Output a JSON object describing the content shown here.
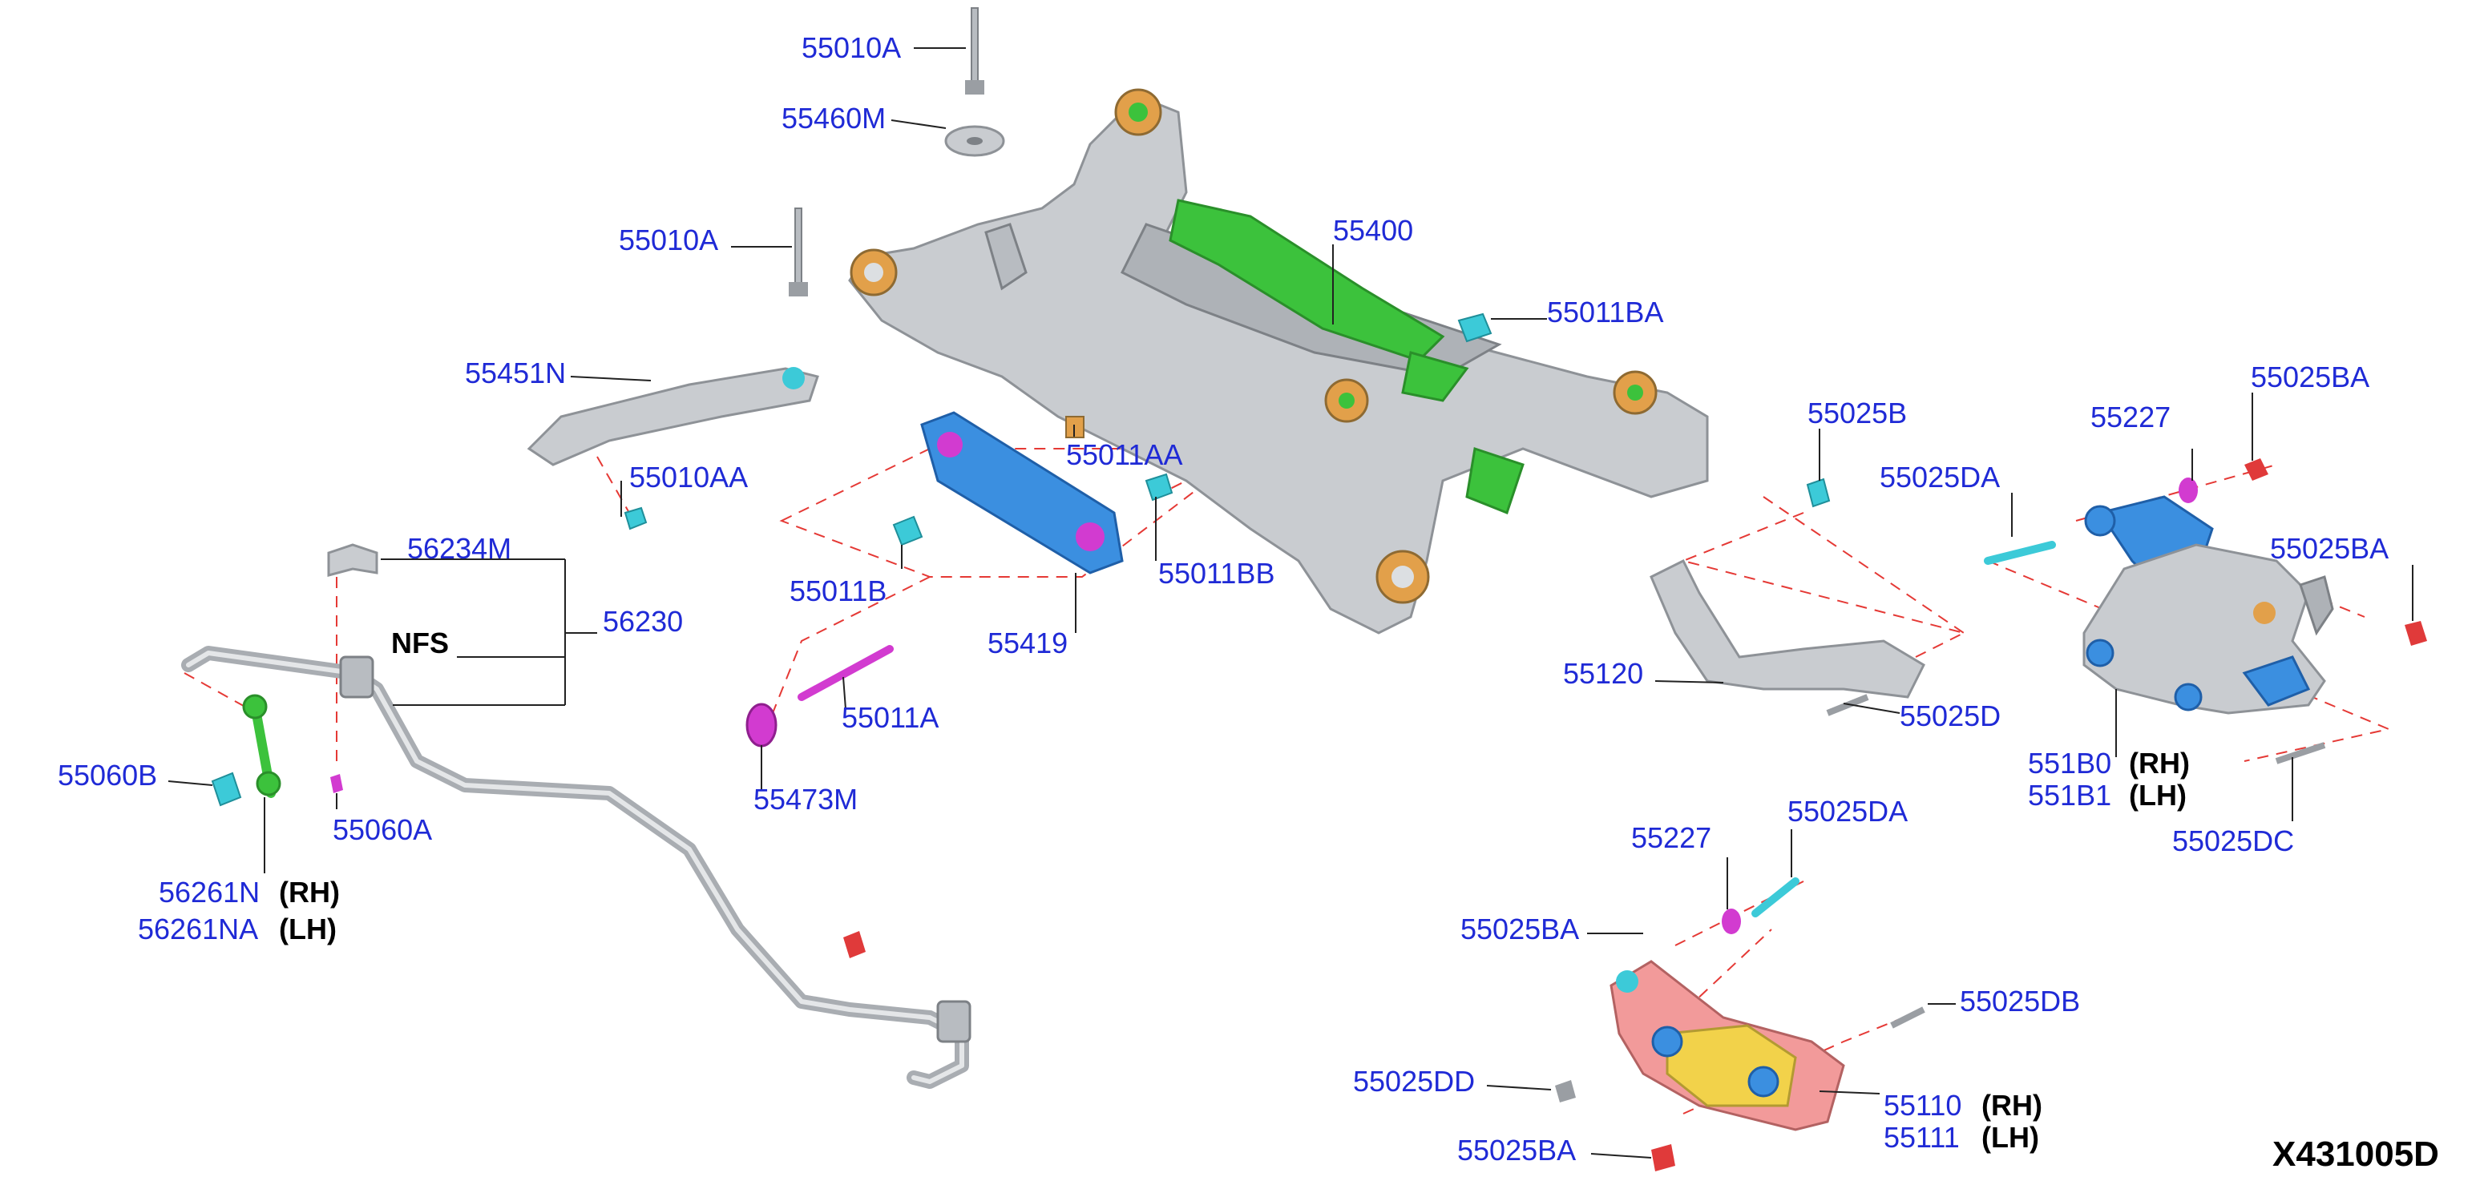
{
  "drawing_code": "X431005D",
  "labels": {
    "p55010A_top": "55010A",
    "p55460M": "55460M",
    "p55010A_mid": "55010A",
    "p55400": "55400",
    "p55011BA": "55011BA",
    "p55451N": "55451N",
    "p55010AA": "55010AA",
    "p55011AA": "55011AA",
    "p55011B": "55011B",
    "p55011BB": "55011BB",
    "p55419": "55419",
    "p55011A": "55011A",
    "p55473M": "55473M",
    "p56234M": "56234M",
    "p56230": "56230",
    "nfs": "NFS",
    "p55060B": "55060B",
    "p55060A": "55060A",
    "p56261N": "56261N",
    "p56261NA": "56261NA",
    "p55025B": "55025B",
    "p55120": "55120",
    "p55025D": "55025D",
    "p55227_right": "55227",
    "p55025BA_topright": "55025BA",
    "p55025DA_right": "55025DA",
    "p55025BA_right": "55025BA",
    "p551B0": "551B0",
    "p551B1": "551B1",
    "p55025DC": "55025DC",
    "p55227_bottom": "55227",
    "p55025DA_bottom": "55025DA",
    "p55025BA_bottom1": "55025BA",
    "p55025DB": "55025DB",
    "p55025DD": "55025DD",
    "p55110": "55110",
    "p55111": "55111",
    "p55025BA_bottom2": "55025BA"
  },
  "side_tags": {
    "rh_56261N": "(RH)",
    "lh_56261NA": "(LH)",
    "rh_551B0": "(RH)",
    "lh_551B1": "(LH)",
    "rh_55110": "(RH)",
    "lh_55111": "(LH)"
  },
  "colors": {
    "callout_text": "#1f2ad6",
    "phantom_line": "#e53935",
    "subframe": "#c9ccd0",
    "mount_green": "#3cc23c",
    "bracket_blue": "#3b8fe0",
    "bolt_cyan": "#3ccad8",
    "washer_magenta": "#d23bd0",
    "nut_red": "#e03a3a",
    "link_pink": "#f29a9a",
    "pad_yellow": "#f2d24a",
    "bush_orange": "#e2a04a"
  }
}
